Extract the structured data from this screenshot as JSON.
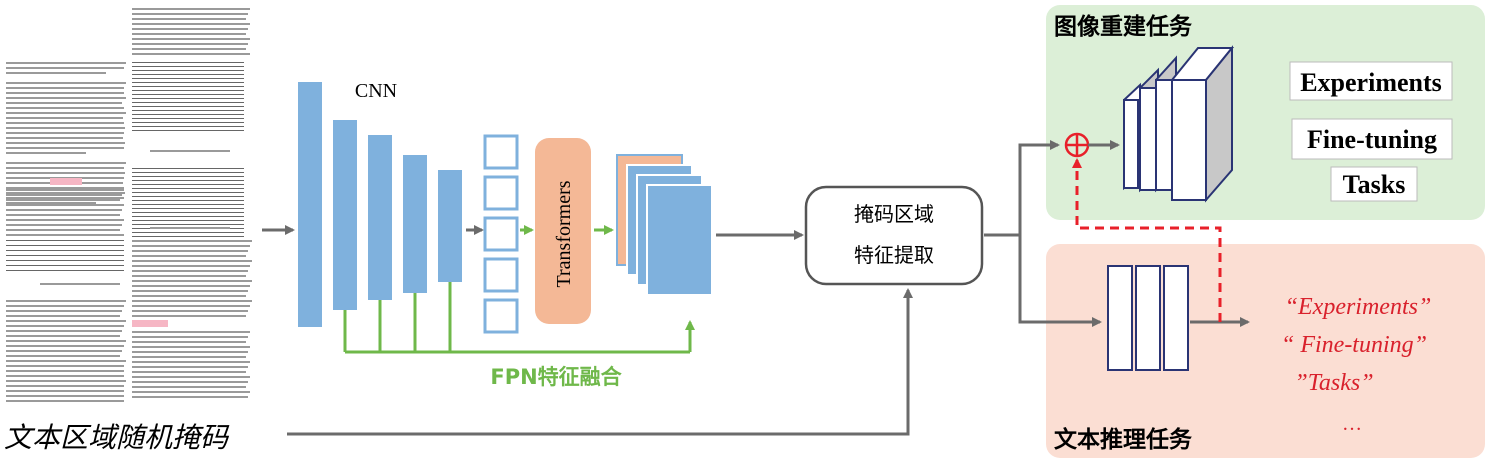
{
  "left_caption": "文本区域随机掩码",
  "cnn_label": "CNN",
  "transformer_label": "Transformers",
  "fpn_label": "FPN特征融合",
  "mask_box": {
    "line1": "掩码区域",
    "line2": "特征提取"
  },
  "image_task": {
    "title": "图像重建任务",
    "words": [
      "Experiments",
      "Fine-tuning",
      "Tasks"
    ]
  },
  "text_task": {
    "title": "文本推理任务",
    "words": [
      "“Experiments”",
      "“ Fine-tuning”",
      "”Tasks”",
      "…"
    ]
  },
  "colors": {
    "green_panel": "#dcefd7",
    "pink_panel": "#fbded3",
    "cnn_blue": "#7fb1dd",
    "transformer_orange": "#f4b896",
    "fpn_green": "#6fb84a",
    "red_dashed": "#e8202a",
    "arrow_gray": "#6b6b6b",
    "text_red": "#d9212c",
    "navy": "#2a3474"
  }
}
